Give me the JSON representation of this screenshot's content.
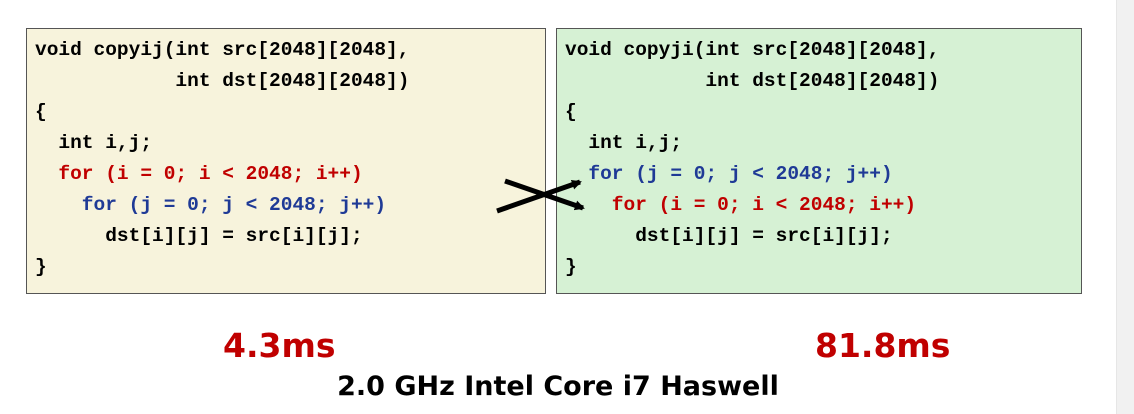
{
  "colors": {
    "left_bg": "#f7f3dc",
    "right_bg": "#d6f1d4",
    "timing": "#c00000",
    "outer_loop": "#c00000",
    "inner_loop": "#1f3a96"
  },
  "left_code": {
    "lines": [
      "void copyij(int src[2048][2048],",
      "            int dst[2048][2048])",
      "{",
      "  int i,j;",
      "  for (i = 0; i < 2048; i++)",
      "    for (j = 0; j < 2048; j++)",
      "      dst[i][j] = src[i][j];",
      "}"
    ]
  },
  "right_code": {
    "lines": [
      "void copyji(int src[2048][2048],",
      "            int dst[2048][2048])",
      "{",
      "  int i,j;",
      "  for (j = 0; j < 2048; j++)",
      "    for (i = 0; i < 2048; i++)",
      "      dst[i][j] = src[i][j];",
      "}"
    ]
  },
  "timings": {
    "left": "4.3ms",
    "right": "81.8ms"
  },
  "caption": "2.0 GHz Intel Core i7 Haswell"
}
